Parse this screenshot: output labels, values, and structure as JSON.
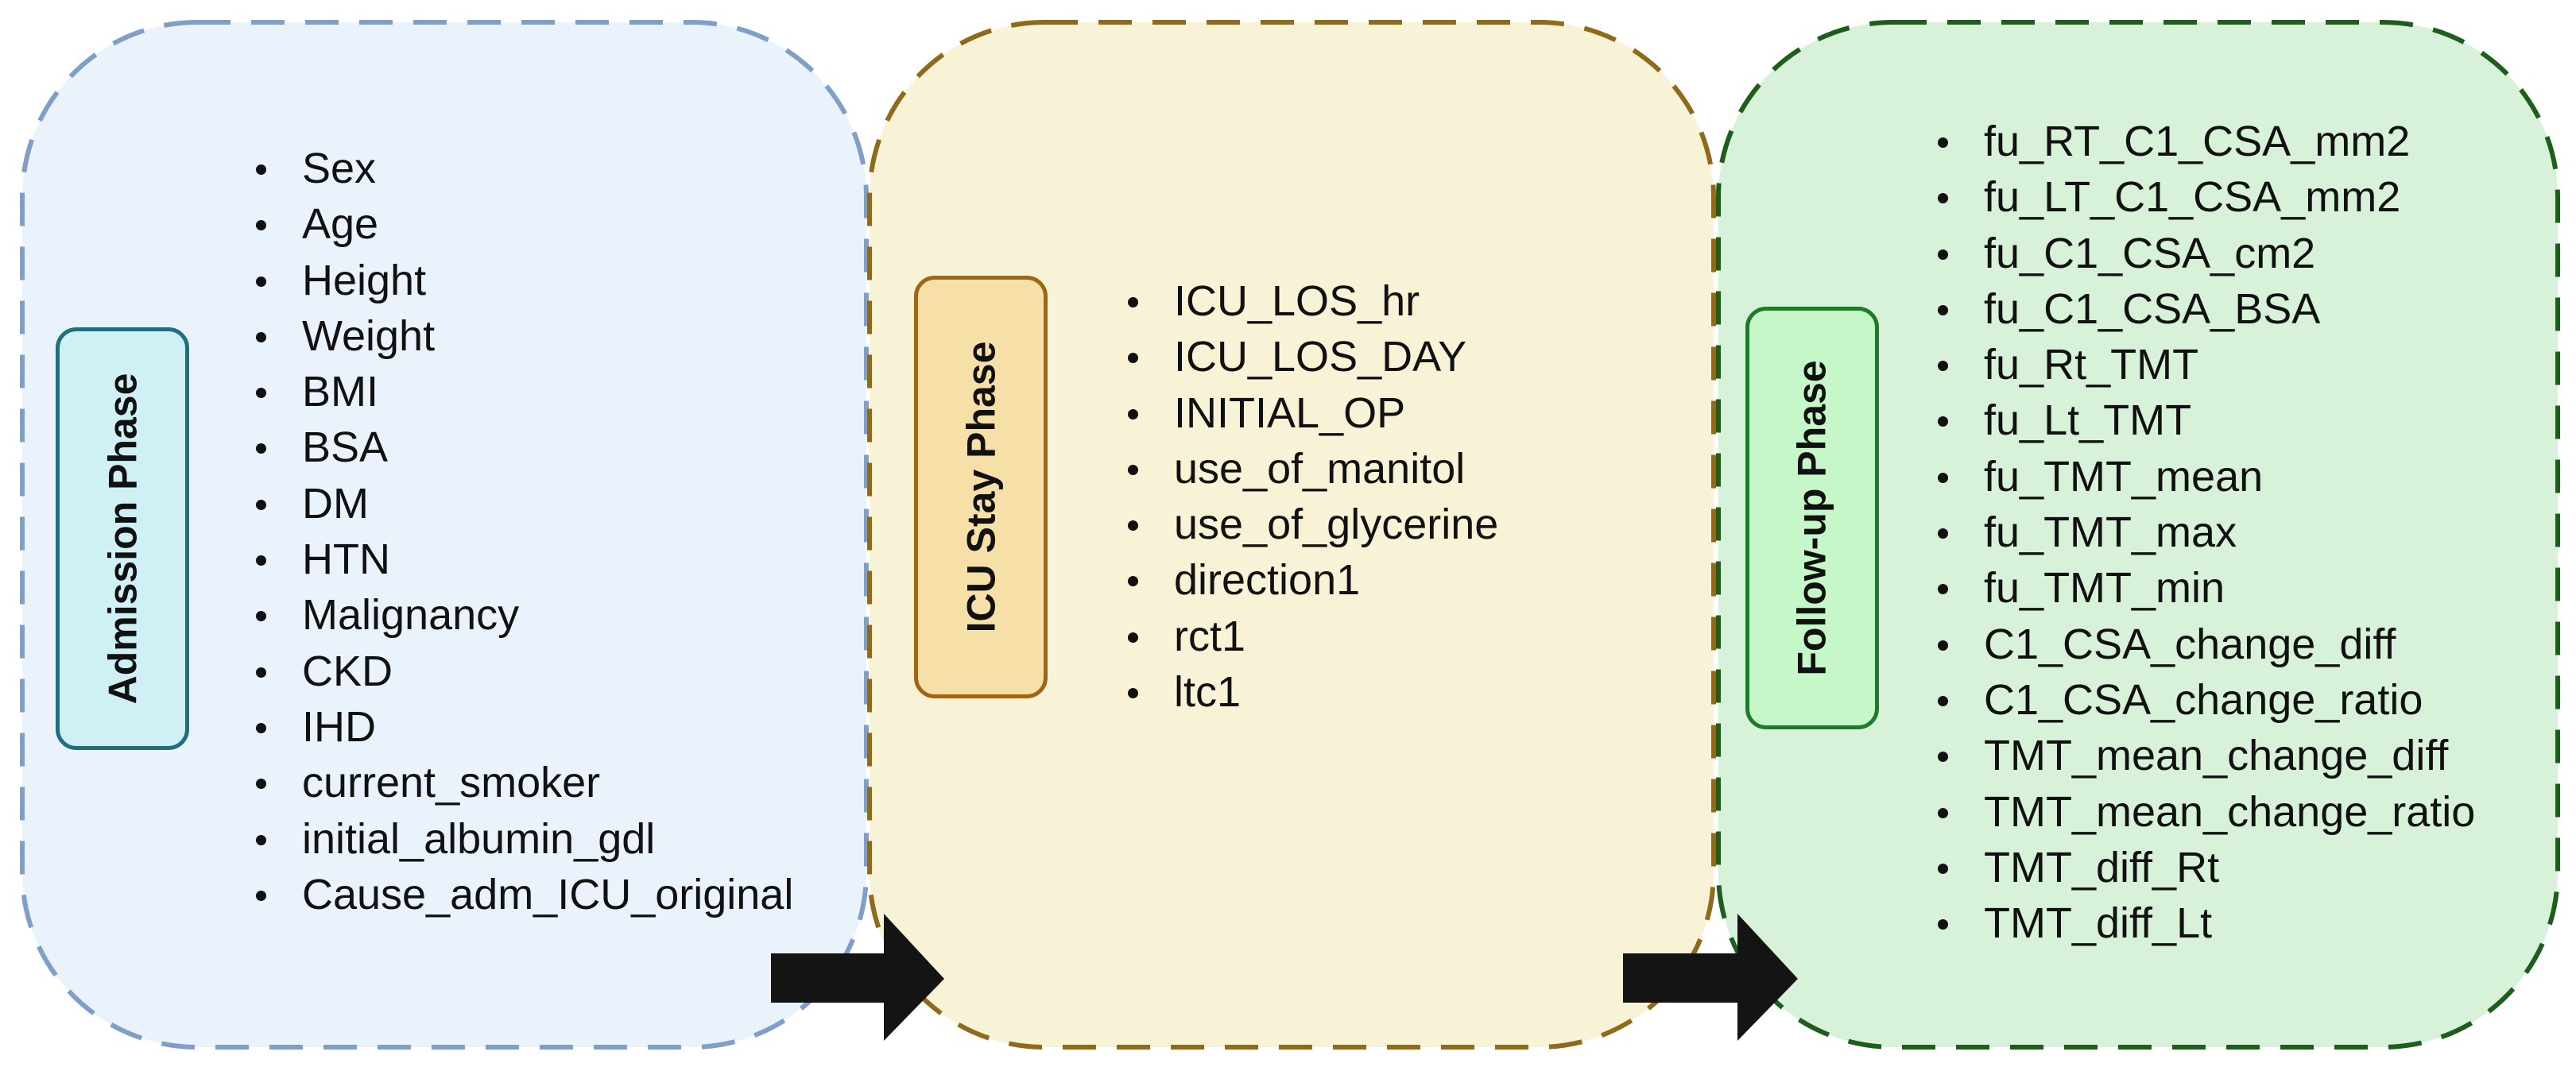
{
  "colors": {
    "admission_fill": "#eaf3fc",
    "admission_border": "#7f9fc8",
    "admission_label_fill": "#cff1f6",
    "admission_label_border": "#1f6f80",
    "icu_fill": "#f8f3d6",
    "icu_border": "#8f6a1b",
    "icu_label_fill": "#f6e0a8",
    "icu_label_border": "#a06414",
    "followup_fill": "#d7f2d8",
    "followup_border": "#1d5e1d",
    "followup_label_fill": "#c5f7c8",
    "followup_label_border": "#1f7a2a",
    "arrow": "#141414"
  },
  "phases": {
    "admission": {
      "label": "Admission Phase",
      "items": [
        "Sex",
        "Age",
        "Height",
        "Weight",
        "BMI",
        "BSA",
        "DM",
        "HTN",
        "Malignancy",
        "CKD",
        "IHD",
        "current_smoker",
        "initial_albumin_gdl",
        "Cause_adm_ICU_original"
      ]
    },
    "icu_stay": {
      "label": "ICU Stay Phase",
      "items": [
        "ICU_LOS_hr",
        "ICU_LOS_DAY",
        "INITIAL_OP",
        "use_of_manitol",
        "use_of_glycerine",
        "direction1",
        "rct1",
        "ltc1"
      ]
    },
    "follow_up": {
      "label": "Follow-up Phase",
      "items": [
        "fu_RT_C1_CSA_mm2",
        "fu_LT_C1_CSA_mm2",
        "fu_C1_CSA_cm2",
        "fu_C1_CSA_BSA",
        "fu_Rt_TMT",
        "fu_Lt_TMT",
        "fu_TMT_mean",
        "fu_TMT_max",
        "fu_TMT_min",
        "C1_CSA_change_diff",
        "C1_CSA_change_ratio",
        "TMT_mean_change_diff",
        "TMT_mean_change_ratio",
        "TMT_diff_Rt",
        "TMT_diff_Lt"
      ]
    }
  },
  "connectors": [
    {
      "from": "admission",
      "to": "icu_stay",
      "icon": "arrow-right-icon"
    },
    {
      "from": "icu_stay",
      "to": "follow_up",
      "icon": "arrow-right-icon"
    }
  ]
}
